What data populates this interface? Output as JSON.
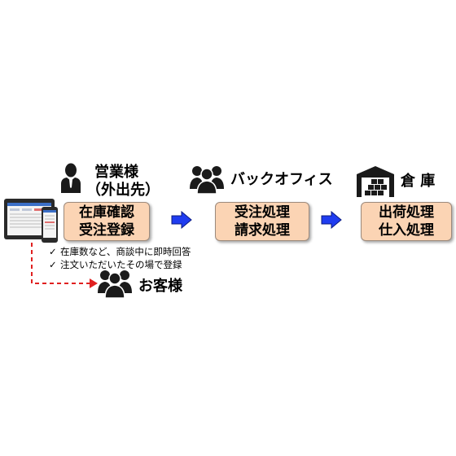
{
  "sales": {
    "title_line1": "営業様",
    "title_line2": "（外出先）",
    "box_line1": "在庫確認",
    "box_line2": "受注登録",
    "icon": "person-icon",
    "device": "tablet-smartphone-icon"
  },
  "back_office": {
    "title": "バックオフィス",
    "box_line1": "受注処理",
    "box_line2": "請求処理",
    "icon": "group-icon"
  },
  "warehouse": {
    "title": "倉 庫",
    "box_line1": "出荷処理",
    "box_line2": "仕入処理",
    "icon": "warehouse-icon"
  },
  "notes": [
    "在庫数など、商談中に即時回答",
    "注文いただいたその場で登録"
  ],
  "customer": {
    "title": "お客様",
    "icon": "group-icon"
  },
  "colors": {
    "box_fill": "#fbd4b4",
    "arrow": "#1f3cf0",
    "dashed_arrow": "#e02020",
    "icon": "#1a1a1a"
  }
}
